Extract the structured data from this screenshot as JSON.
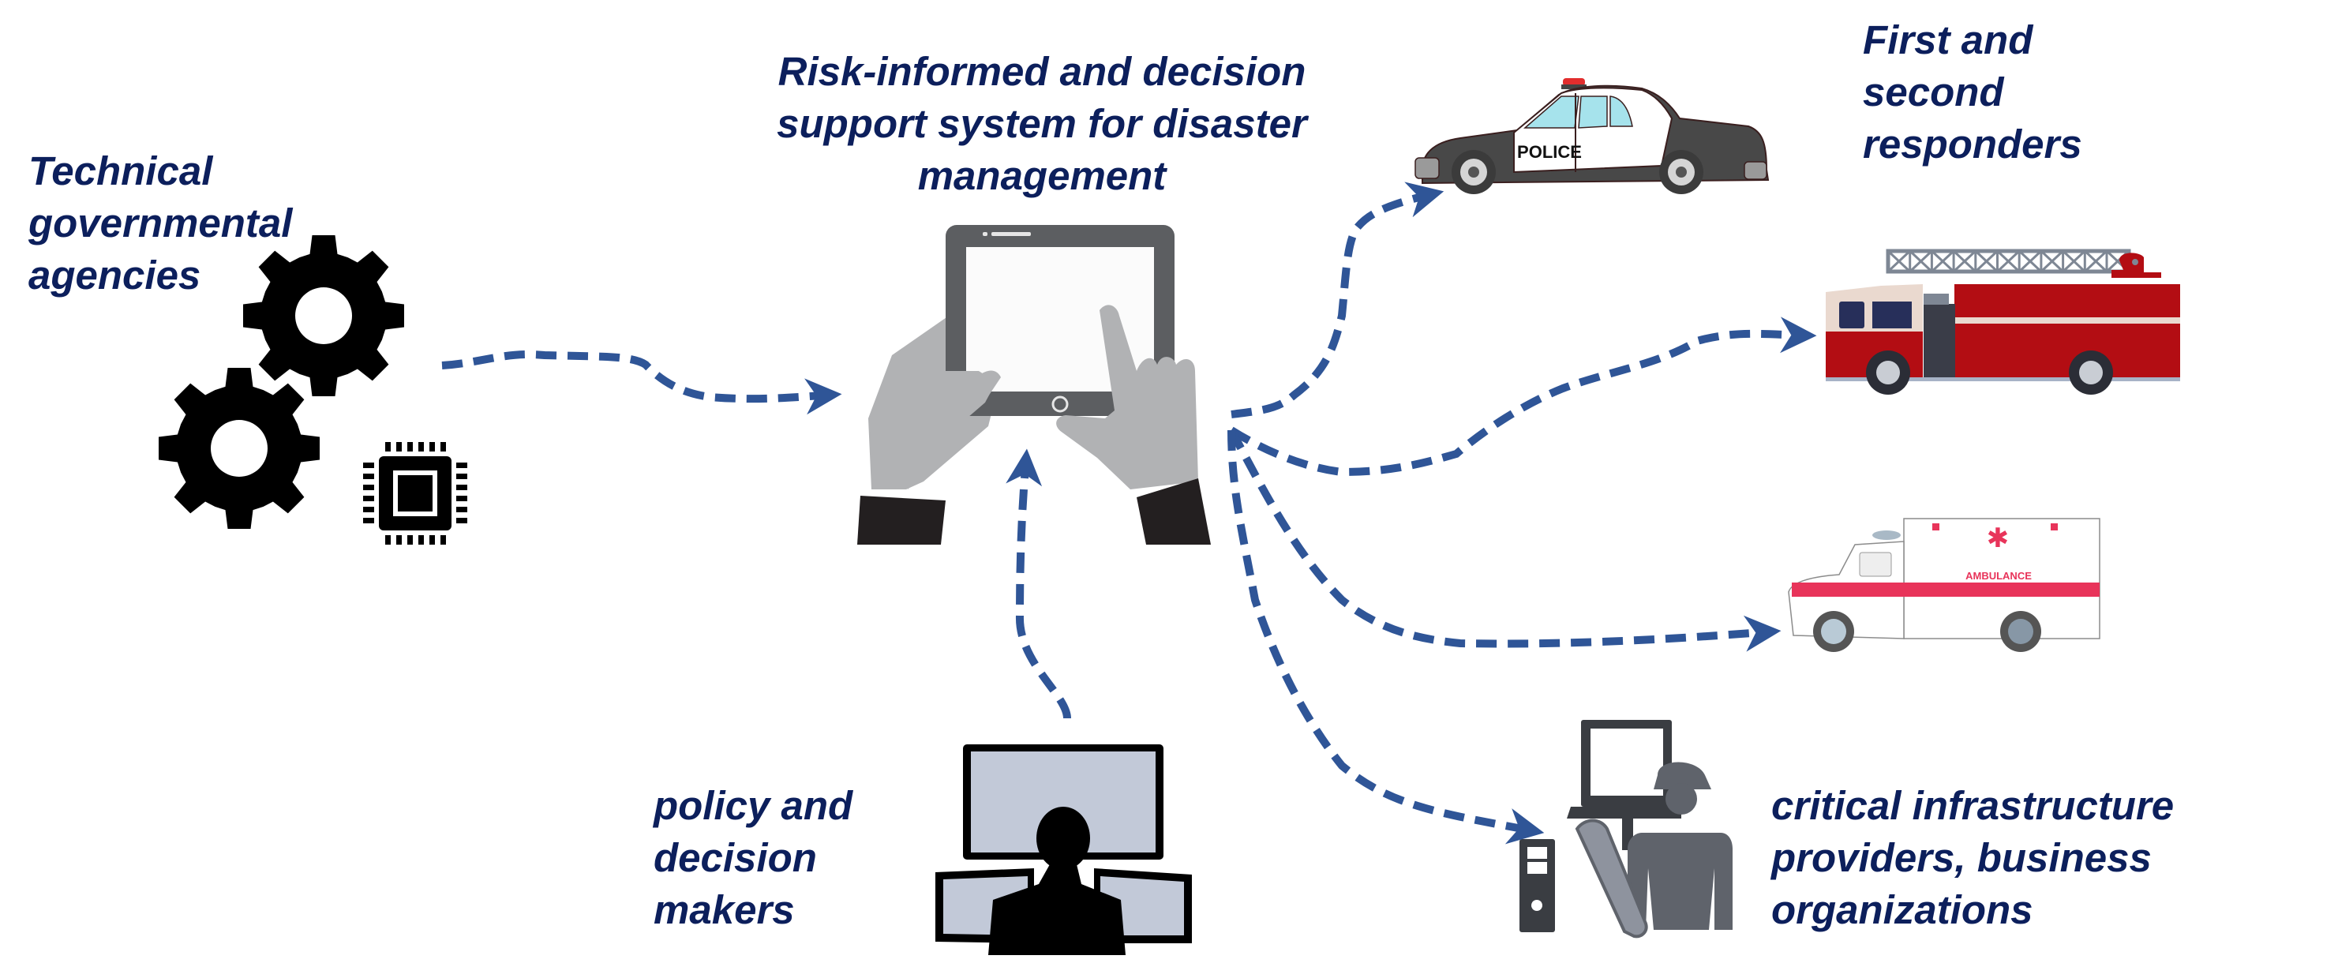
{
  "diagram": {
    "title": "Risk-informed decision support system stakeholder diagram",
    "colors": {
      "label_text": "#0c1f5c",
      "arrow": "#2f5597",
      "icon_black": "#000000",
      "hand_gray": "#b1b2b4",
      "tablet_frame": "#5c5e61",
      "monitor_fill": "#c2c9d8",
      "police_body": "#484848",
      "police_glass": "#a6e3ec",
      "fire_red": "#b30d13",
      "fire_cream": "#ead9cf",
      "ambulance_red": "#e8345a",
      "infra_dark": "#3a3d42",
      "infra_gray": "#5f636b"
    },
    "center_node": {
      "label_lines": [
        "Risk-informed and decision",
        "support system for disaster",
        "management"
      ],
      "icon": "tablet-touch-icon"
    },
    "nodes": [
      {
        "id": "technical-agencies",
        "label_lines": [
          "Technical",
          "governmental",
          "agencies"
        ],
        "icons": [
          "gear-icon",
          "gear-icon",
          "cpu-chip-icon"
        ],
        "direction": "input"
      },
      {
        "id": "policy-makers",
        "label_lines": [
          "policy and",
          "decision",
          "makers"
        ],
        "icons": [
          "operator-monitors-icon"
        ],
        "direction": "input"
      },
      {
        "id": "responders",
        "label_lines": [
          "First and",
          "second",
          "responders"
        ],
        "icons": [
          "police-car-icon",
          "fire-truck-icon",
          "ambulance-icon"
        ],
        "direction": "output"
      },
      {
        "id": "infrastructure",
        "label_lines": [
          "critical infrastructure",
          "providers, business",
          "organizations"
        ],
        "icons": [
          "engineer-computer-icon"
        ],
        "direction": "output"
      }
    ],
    "vehicle_text": {
      "police": "POLICE",
      "ambulance": "AMBULANCE"
    },
    "edges": [
      {
        "from": "technical-agencies",
        "to": "center",
        "style": "dashed-arrow"
      },
      {
        "from": "policy-makers",
        "to": "center",
        "style": "dashed-arrow"
      },
      {
        "from": "center",
        "to": "police-car",
        "style": "dashed-arrow"
      },
      {
        "from": "center",
        "to": "fire-truck",
        "style": "dashed-arrow"
      },
      {
        "from": "center",
        "to": "ambulance",
        "style": "dashed-arrow"
      },
      {
        "from": "center",
        "to": "infrastructure",
        "style": "dashed-arrow"
      }
    ]
  }
}
